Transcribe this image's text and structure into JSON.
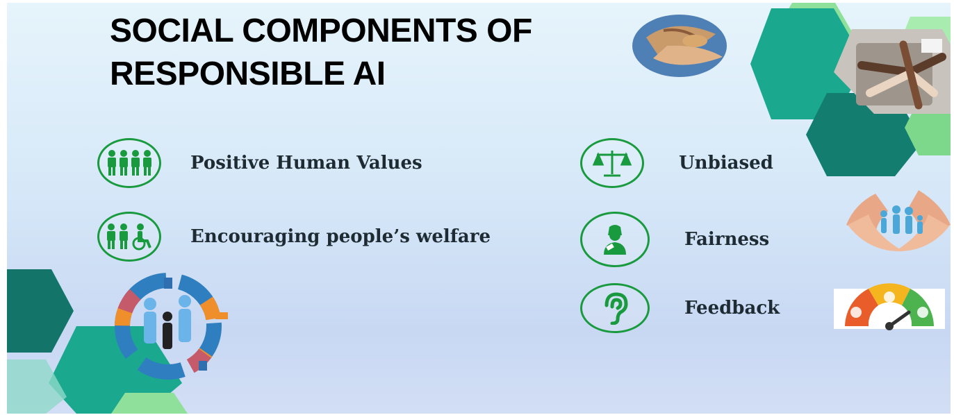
{
  "slide": {
    "title_line1": "SOCIAL COMPONENTS OF",
    "title_line2": "RESPONSIBLE AI"
  },
  "components": [
    {
      "label": "Positive Human Values",
      "icon": "people-group-icon"
    },
    {
      "label": "Encouraging people’s welfare",
      "icon": "people-wheelchair-icon"
    },
    {
      "label": "Unbiased",
      "icon": "balance-scale-icon"
    },
    {
      "label": "Fairness",
      "icon": "judge-icon"
    },
    {
      "label": "Feedback",
      "icon": "ear-icon"
    }
  ],
  "colors": {
    "accent_green": "#1a9a3e",
    "hex_teal": "#1aa88f",
    "hex_dark_teal": "#13756a",
    "hex_light_green": "#8fe09a"
  }
}
